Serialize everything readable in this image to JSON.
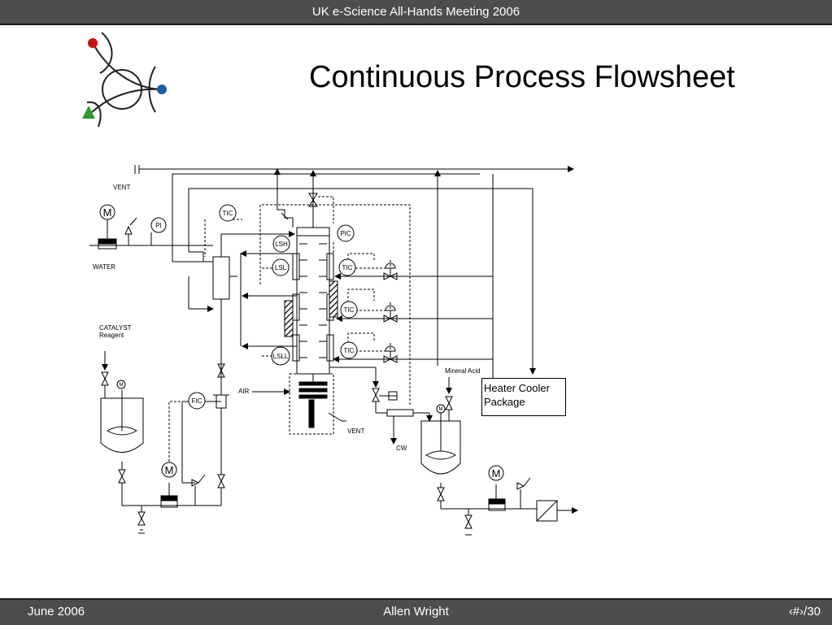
{
  "header": {
    "conference": "UK e-Science All-Hands Meeting 2006"
  },
  "slide": {
    "title": "Continuous Process Flowsheet"
  },
  "footer": {
    "date": "June 2006",
    "author": "Allen Wright",
    "page": "‹#›/30"
  },
  "colors": {
    "bar": "#4d4d4d",
    "logo_red": "#cc1111",
    "logo_blue": "#1a5fa8",
    "logo_green": "#2e9a2e"
  },
  "diagram": {
    "labels": {
      "vent_top": "VENT",
      "water": "WATER",
      "catalyst": "CATALYST",
      "reagent": "Reagent",
      "air": "AIR",
      "vent_bottom": "VENT",
      "cw": "CW",
      "mineral_acid": "Mineral Acid",
      "heater_cooler_line1": "Heater Cooler",
      "heater_cooler_line2": "Package"
    },
    "instruments": {
      "m1": "M",
      "pi": "PI",
      "tic_top": "TIC",
      "lsh": "LSH",
      "pic": "PIC",
      "lsl": "LSL",
      "tic1": "TIC",
      "tic2": "TIC",
      "tic3": "TIC",
      "lsll": "LSLL",
      "m_small1": "M",
      "fic": "FIC",
      "m2": "M",
      "m_small2": "M",
      "m3": "M"
    }
  }
}
